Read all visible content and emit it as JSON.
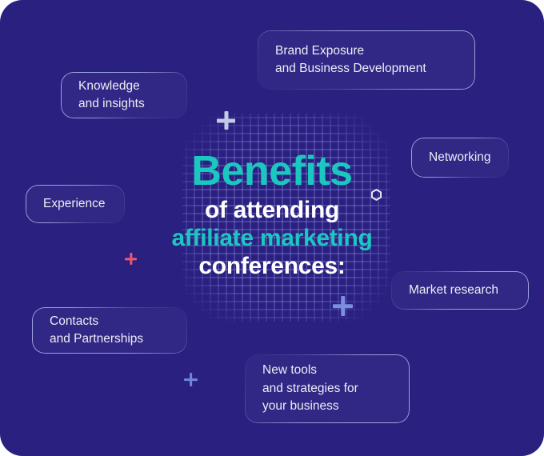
{
  "poster": {
    "background_color": "#2A2080",
    "accent_teal": "#1BC8C0",
    "accent_white": "#FFFFFF",
    "card_border_color": "#B0BAF0",
    "plus_colors": {
      "top": "#C3CAE4",
      "left": "#F0566B",
      "right": "#7B8FE0",
      "bottom": "#6F86DC"
    }
  },
  "headline": {
    "line1": "Benefits",
    "line2": "of attending",
    "line3": "affiliate marketing",
    "line4": "conferences:"
  },
  "benefits": [
    {
      "id": "knowledge",
      "text": "Knowledge\nand insights"
    },
    {
      "id": "brand",
      "text": "Brand Exposure\nand Business Development"
    },
    {
      "id": "networking",
      "text": "Networking"
    },
    {
      "id": "experience",
      "text": "Experience"
    },
    {
      "id": "market",
      "text": "Market research"
    },
    {
      "id": "contacts",
      "text": "Contacts\nand Partnerships"
    },
    {
      "id": "newtools",
      "text": "New tools\nand strategies for\nyour business"
    }
  ],
  "decorations": {
    "plus_top": "plus-icon",
    "plus_left": "plus-icon",
    "plus_right": "plus-icon",
    "plus_bottom": "plus-icon",
    "hexagon": "hexagon-outline-icon",
    "dot_field": "dotted-plus-grid-pattern"
  }
}
